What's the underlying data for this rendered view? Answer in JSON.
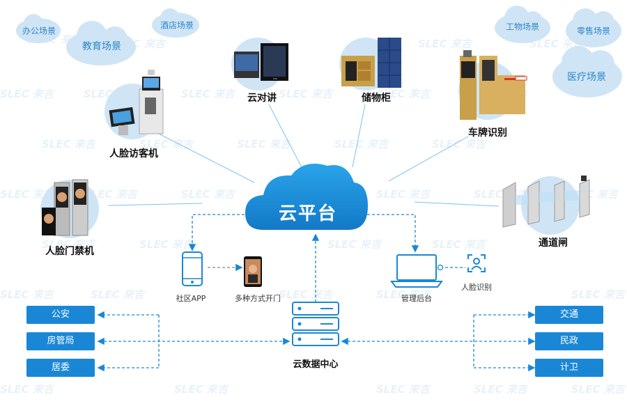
{
  "scenes": {
    "office": "办公场景",
    "education": "教育场景",
    "hotel": "酒店场景",
    "industry": "工物场景",
    "retail": "零售场景",
    "medical": "医疗场景"
  },
  "watermark": "SLEC 来吉",
  "devices": {
    "visitor": "人脸访客机",
    "intercom": "云对讲",
    "locker": "储物柜",
    "plate": "车牌识别",
    "gate": "通道闸",
    "access": "人脸门禁机"
  },
  "platform": "云平台",
  "app": "社区APP",
  "open_methods": "多种方式开门",
  "admin": "管理后台",
  "face_rec": "人脸识别",
  "datacenter": "云数据中心",
  "left_depts": [
    "公安",
    "房管局",
    "居委"
  ],
  "right_depts": [
    "交通",
    "民政",
    "计卫"
  ],
  "colors": {
    "accent": "#1a87d6",
    "cloud": "#cfe5f6",
    "line": "#7cc0ee"
  }
}
